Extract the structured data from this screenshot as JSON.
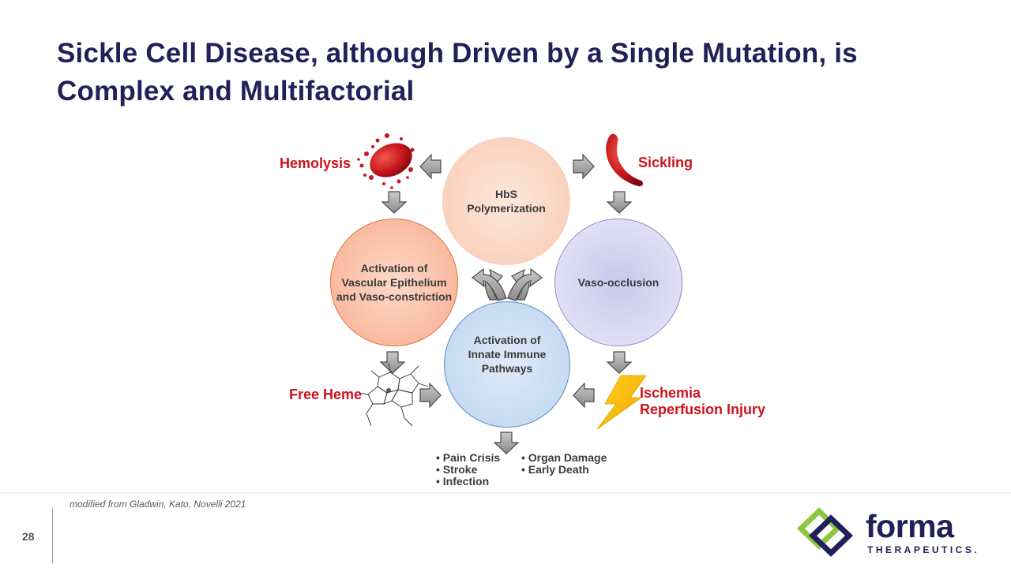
{
  "slide": {
    "title_line1": "Sickle Cell Disease, although Driven by a Single Mutation, is",
    "title_line2": "Complex and Multifactorial",
    "page_number": "28",
    "source_note": "modified from Gladwin, Kato, Novelli 2021"
  },
  "diagram": {
    "nodes": {
      "hbs": [
        "HbS",
        "Polymerization"
      ],
      "vaso": [
        "Vaso-occlusion"
      ],
      "vascular": [
        "Activation of",
        "Vascular Epithelium",
        "and Vaso-constriction"
      ],
      "innate": [
        "Activation of",
        "Innate Immune",
        "Pathways"
      ]
    },
    "labels": {
      "hemolysis": "Hemolysis",
      "sickling": "Sickling",
      "free_heme": "Free Heme",
      "ischemia_line1": "Ischemia",
      "ischemia_line2": "Reperfusion Injury"
    },
    "outcomes_left": [
      "Pain Crisis",
      "Stroke",
      "Infection"
    ],
    "outcomes_right": [
      "Organ Damage",
      "Early Death"
    ]
  },
  "logo": {
    "word": "forma",
    "sub": "THERAPEUTICS."
  },
  "colors": {
    "title": "#22205a",
    "accent_red": "#d0121b",
    "logo_green": "#8dc63f",
    "logo_navy": "#22205a"
  }
}
